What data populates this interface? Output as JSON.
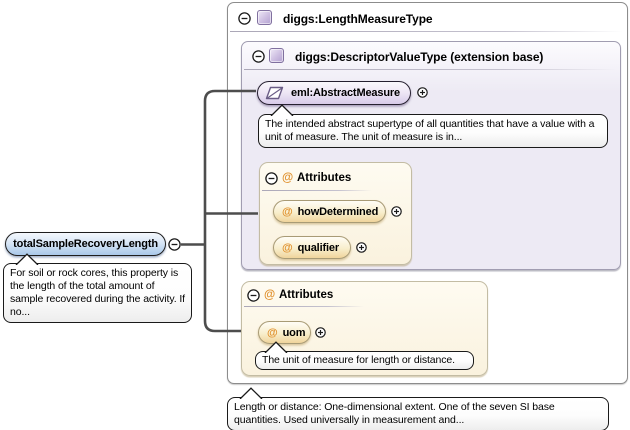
{
  "type_box": {
    "title": "diggs:LengthMeasureType",
    "annotation": "Length or distance: One-dimensional extent. One of the seven SI base quantities. Used universally in measurement and..."
  },
  "extension_box": {
    "title": "diggs:DescriptorValueType (extension base)"
  },
  "base_element": {
    "label": "eml:AbstractMeasure",
    "annotation": "The intended abstract supertype of all quantities that have a value with a unit of measure. The unit of measure is in..."
  },
  "inner_attributes": {
    "title": "Attributes",
    "items": [
      {
        "name": "howDetermined"
      },
      {
        "name": "qualifier"
      }
    ]
  },
  "outer_attributes": {
    "title": "Attributes",
    "items": [
      {
        "name": "uom",
        "annotation": "The unit of measure for length or distance."
      }
    ]
  },
  "root_element": {
    "label": "totalSampleRecoveryLength",
    "annotation": "For soil or rock cores, this property is the length of the total amount of sample recovered during the activity. If no..."
  },
  "glyphs": {
    "at": "@"
  },
  "colors": {
    "connector": "#4D4D4D",
    "purple_accent": "#B9A7D4",
    "orange_at": "#E0912E",
    "blue_element": "#A9C8EA"
  }
}
